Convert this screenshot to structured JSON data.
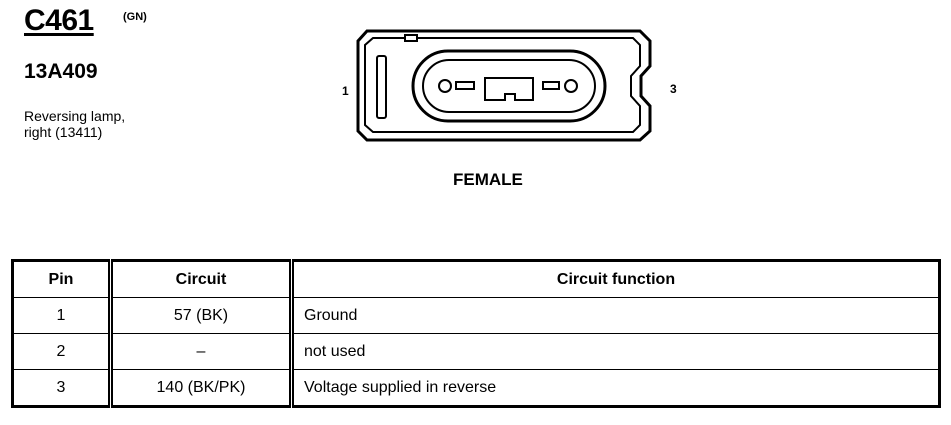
{
  "header": {
    "connector_id": "C461",
    "color_code": "(GN)",
    "part_number": "13A409",
    "description": [
      "Reversing lamp,",
      "right (13411)"
    ]
  },
  "diagram": {
    "pin_left_label": "1",
    "pin_right_label": "3",
    "gender": "FEMALE"
  },
  "table": {
    "headers": [
      "Pin",
      "Circuit",
      "Circuit function"
    ],
    "rows": [
      {
        "pin": "1",
        "circuit": "57 (BK)",
        "function": "Ground"
      },
      {
        "pin": "2",
        "circuit": "–",
        "function": "not used"
      },
      {
        "pin": "3",
        "circuit": "140 (BK/PK)",
        "function": "Voltage supplied in reverse"
      }
    ]
  }
}
